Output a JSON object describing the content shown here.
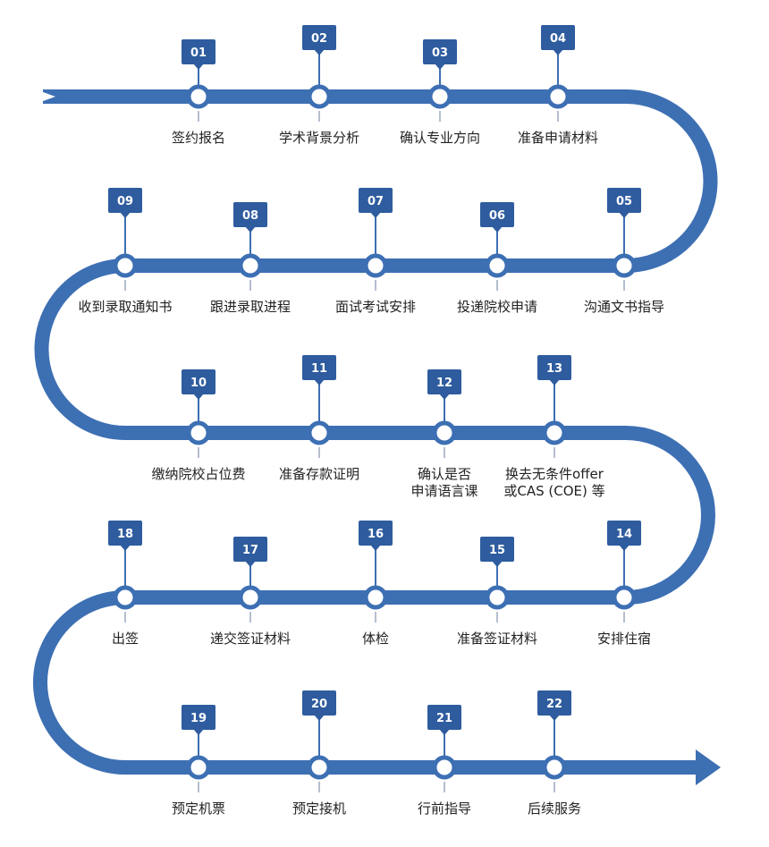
{
  "colors": {
    "track": "#3d6fb3",
    "badge": "#2e5c9e",
    "pin": "#3d6fb3",
    "node_fill": "#ffffff",
    "label": "#222222",
    "tick": "#9aa9c0"
  },
  "steps": [
    {
      "num": "01",
      "label": [
        "签约报名"
      ]
    },
    {
      "num": "02",
      "label": [
        "学术背景分析"
      ]
    },
    {
      "num": "03",
      "label": [
        "确认专业方向"
      ]
    },
    {
      "num": "04",
      "label": [
        "准备申请材料"
      ]
    },
    {
      "num": "05",
      "label": [
        "沟通文书指导"
      ]
    },
    {
      "num": "06",
      "label": [
        "投递院校申请"
      ]
    },
    {
      "num": "07",
      "label": [
        "面试考试安排"
      ]
    },
    {
      "num": "08",
      "label": [
        "跟进录取进程"
      ]
    },
    {
      "num": "09",
      "label": [
        "收到录取通知书"
      ]
    },
    {
      "num": "10",
      "label": [
        "缴纳院校占位费"
      ]
    },
    {
      "num": "11",
      "label": [
        "准备存款证明"
      ]
    },
    {
      "num": "12",
      "label": [
        "确认是否",
        "申请语言课"
      ]
    },
    {
      "num": "13",
      "label": [
        "换去无条件offer",
        "或CAS (COE) 等"
      ]
    },
    {
      "num": "14",
      "label": [
        "安排住宿"
      ]
    },
    {
      "num": "15",
      "label": [
        "准备签证材料"
      ]
    },
    {
      "num": "16",
      "label": [
        "体检"
      ]
    },
    {
      "num": "17",
      "label": [
        "递交签证材料"
      ]
    },
    {
      "num": "18",
      "label": [
        "出签"
      ]
    },
    {
      "num": "19",
      "label": [
        "预定机票"
      ]
    },
    {
      "num": "20",
      "label": [
        "预定接机"
      ]
    },
    {
      "num": "21",
      "label": [
        "行前指导"
      ]
    },
    {
      "num": "22",
      "label": [
        "后续服务"
      ]
    }
  ]
}
